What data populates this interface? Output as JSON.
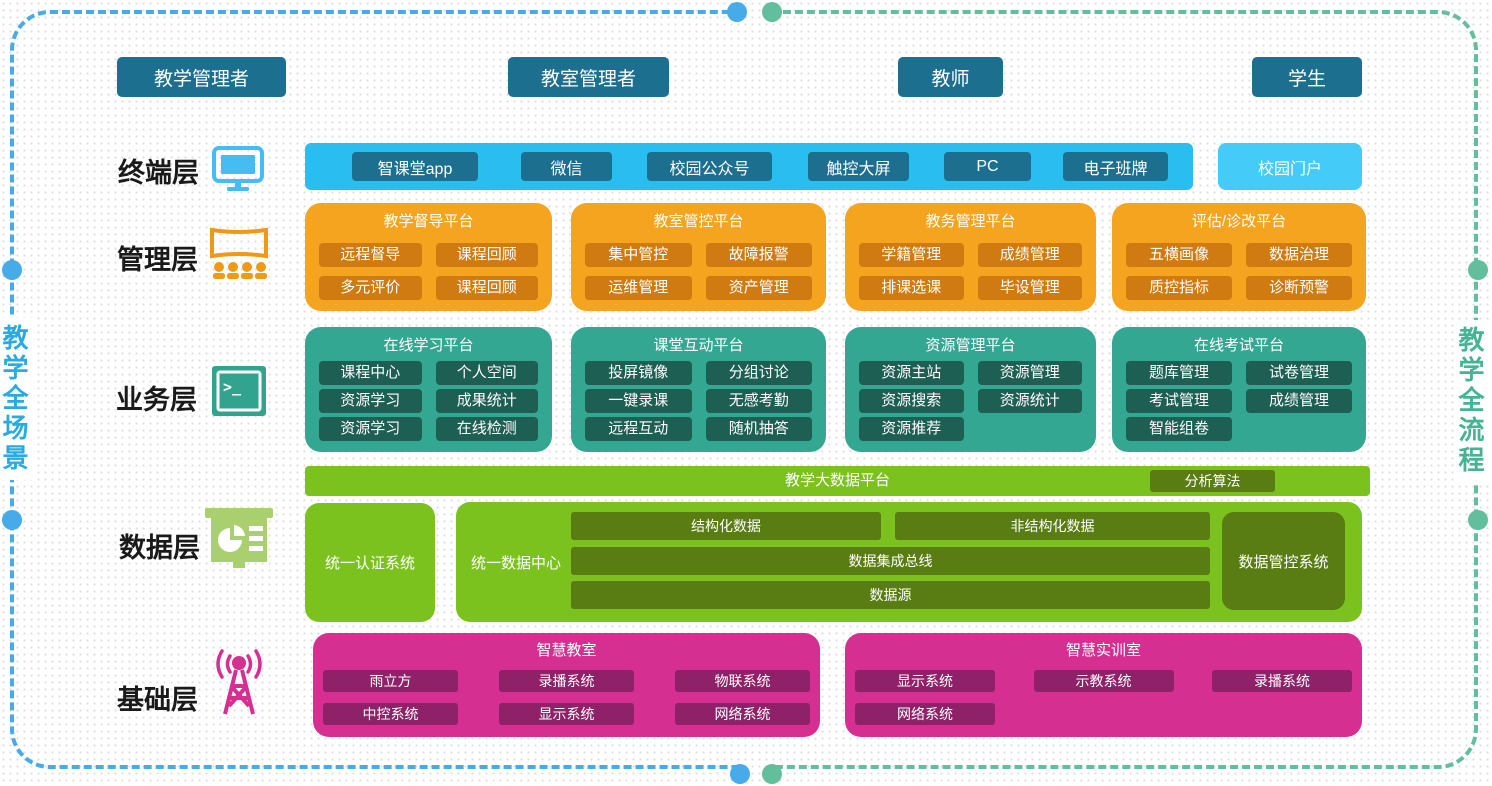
{
  "roles": [
    "教学管理者",
    "教室管理者",
    "教师",
    "学生"
  ],
  "side_labels": {
    "left": "教学全场景",
    "right": "教学全流程"
  },
  "layers": {
    "terminal": {
      "label": "终端层",
      "items": [
        "智课堂app",
        "微信",
        "校园公众号",
        "触控大屏",
        "PC",
        "电子班牌"
      ],
      "portal": "校园门户"
    },
    "management": {
      "label": "管理层",
      "panels": [
        {
          "title": "教学督导平台",
          "items": [
            "远程督导",
            "课程回顾",
            "多元评价",
            "课程回顾"
          ]
        },
        {
          "title": "教室管控平台",
          "items": [
            "集中管控",
            "故障报警",
            "运维管理",
            "资产管理"
          ]
        },
        {
          "title": "教务管理平台",
          "items": [
            "学籍管理",
            "成绩管理",
            "排课选课",
            "毕设管理"
          ]
        },
        {
          "title": "评估/诊改平台",
          "items": [
            "五横画像",
            "数据治理",
            "质控指标",
            "诊断预警"
          ]
        }
      ]
    },
    "business": {
      "label": "业务层",
      "panels": [
        {
          "title": "在线学习平台",
          "items": [
            "课程中心",
            "个人空间",
            "资源学习",
            "成果统计",
            "资源学习",
            "在线检测"
          ]
        },
        {
          "title": "课堂互动平台",
          "items": [
            "投屏镜像",
            "分组讨论",
            "一键录课",
            "无感考勤",
            "远程互动",
            "随机抽答"
          ]
        },
        {
          "title": "资源管理平台",
          "items": [
            "资源主站",
            "资源管理",
            "资源搜索",
            "资源统计",
            "资源推荐"
          ]
        },
        {
          "title": "在线考试平台",
          "items": [
            "题库管理",
            "试卷管理",
            "考试管理",
            "成绩管理",
            "智能组卷"
          ]
        }
      ]
    },
    "data": {
      "label": "数据层",
      "bigdata": {
        "title": "教学大数据平台",
        "button": "分析算法"
      },
      "auth": "统一认证系统",
      "center": {
        "title": "统一数据中心",
        "structured": "结构化数据",
        "unstructured": "非结构化数据",
        "bus": "数据集成总线",
        "source": "数据源"
      },
      "governance": "数据管控系统"
    },
    "infrastructure": {
      "label": "基础层",
      "panels": [
        {
          "title": "智慧教室",
          "items": [
            "雨立方",
            "录播系统",
            "物联系统",
            "中控系统",
            "显示系统",
            "网络系统"
          ]
        },
        {
          "title": "智慧实训室",
          "items": [
            "显示系统",
            "示教系统",
            "录播系统",
            "网络系统"
          ]
        }
      ]
    }
  },
  "icons": {
    "terminal": "monitor-icon",
    "management": "projection-screen-icon",
    "business": "terminal-window-icon",
    "data": "chart-board-icon",
    "infrastructure": "radio-tower-icon"
  },
  "colors": {
    "role_button": "#1d6f8f",
    "terminal_bar": "#29bdf0",
    "portal": "#45cbf8",
    "orange_panel": "#f5a41f",
    "orange_button": "#cf7b11",
    "teal_panel": "#34a793",
    "teal_button": "#1d5f53",
    "green": "#7cc21f",
    "dark_green": "#597c13",
    "magenta_panel": "#d52f92",
    "magenta_button": "#8f2168",
    "blue_dash": "#47aae9",
    "green_dash": "#63bf9b",
    "side_left_text": "#29abe2",
    "side_right_text": "#44b494"
  }
}
